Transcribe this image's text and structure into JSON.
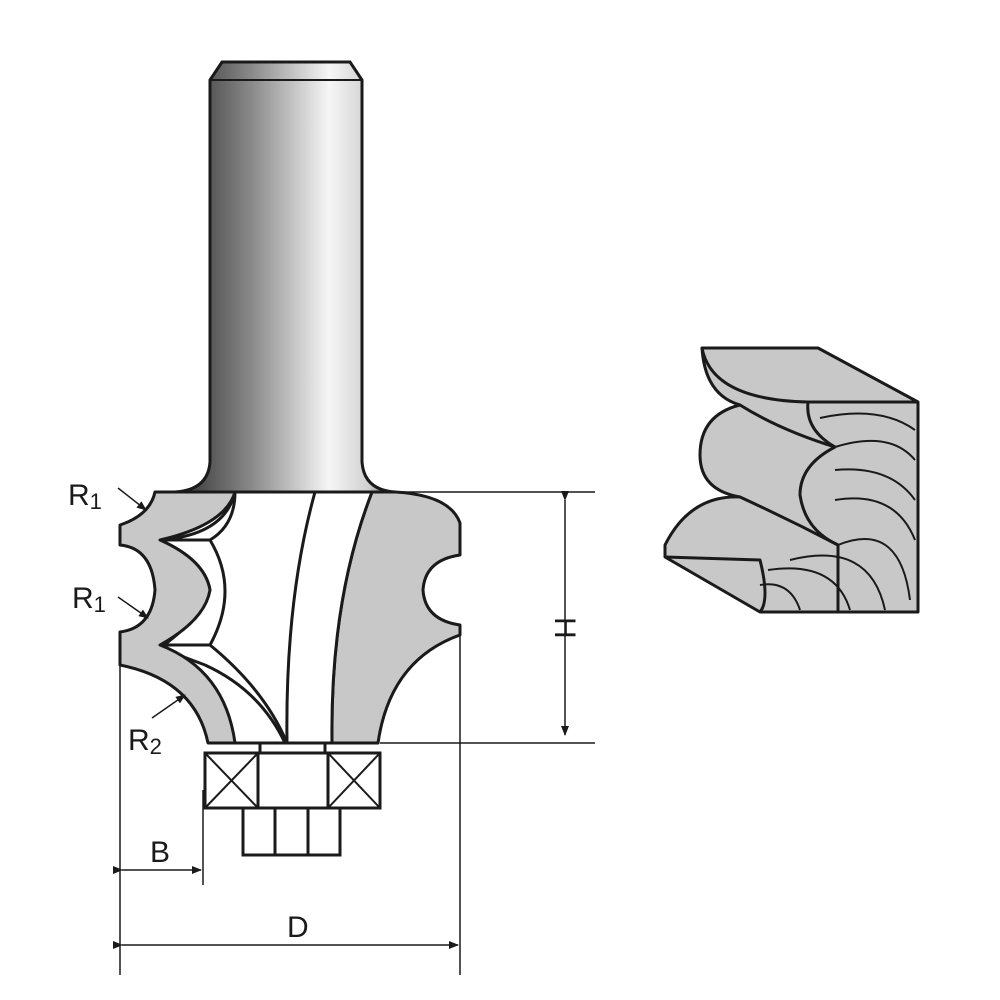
{
  "colors": {
    "fill_grey": "#c8c8c8",
    "stroke": "#1a1a1a",
    "shank_dark": "#3a3a3a",
    "shank_light": "#f4f4f4"
  },
  "labels": {
    "r1_top": {
      "letter": "R",
      "sub": "1"
    },
    "r1_mid": {
      "letter": "R",
      "sub": "1"
    },
    "r2": {
      "letter": "R",
      "sub": "2"
    },
    "b": "B",
    "d": "D",
    "h": "H"
  }
}
